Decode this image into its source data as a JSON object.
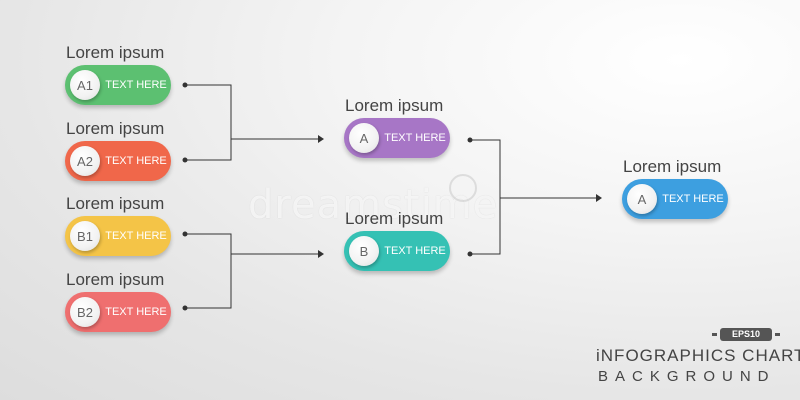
{
  "nodes": {
    "a1": {
      "title": "Lorem ipsum",
      "badge": "A1",
      "text": "TEXT HERE",
      "color": "#5cc071"
    },
    "a2": {
      "title": "Lorem ipsum",
      "badge": "A2",
      "text": "TEXT HERE",
      "color": "#f0674a"
    },
    "b1": {
      "title": "Lorem ipsum",
      "badge": "B1",
      "text": "TEXT HERE",
      "color": "#f4c447"
    },
    "b2": {
      "title": "Lorem ipsum",
      "badge": "B2",
      "text": "TEXT HERE",
      "color": "#ef6f6f"
    },
    "a": {
      "title": "Lorem ipsum",
      "badge": "A",
      "text": "TEXT HERE",
      "color": "#a776c6"
    },
    "b": {
      "title": "Lorem ipsum",
      "badge": "B",
      "text": "TEXT HERE",
      "color": "#35c1b4"
    },
    "final": {
      "title": "Lorem ipsum",
      "badge": "A",
      "text": "TEXT HERE",
      "color": "#3d9fe0"
    }
  },
  "watermark": "dreamstime",
  "footer": {
    "eps": "EPS10",
    "line1": "iNFOGRAPHICS CHART",
    "line2": "BACKGROUND"
  },
  "colors": {
    "line": "#333333",
    "text": "#444444"
  }
}
